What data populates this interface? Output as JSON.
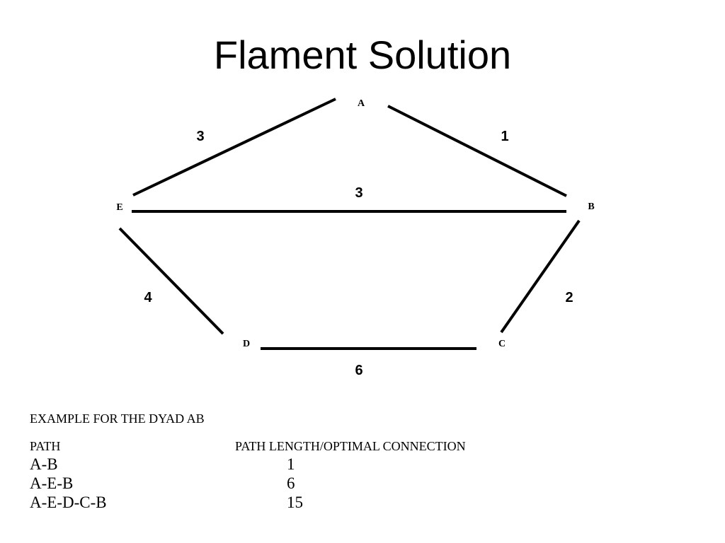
{
  "title": "Flament Solution",
  "graph": {
    "nodes": [
      {
        "id": "A",
        "label": "A"
      },
      {
        "id": "B",
        "label": "B"
      },
      {
        "id": "C",
        "label": "C"
      },
      {
        "id": "D",
        "label": "D"
      },
      {
        "id": "E",
        "label": "E"
      }
    ],
    "edges": [
      {
        "from": "E",
        "to": "A",
        "weight": "3"
      },
      {
        "from": "A",
        "to": "B",
        "weight": "1"
      },
      {
        "from": "E",
        "to": "B",
        "weight": "3"
      },
      {
        "from": "E",
        "to": "D",
        "weight": "4"
      },
      {
        "from": "B",
        "to": "C",
        "weight": "2"
      },
      {
        "from": "D",
        "to": "C",
        "weight": "6"
      }
    ]
  },
  "example": {
    "heading": "EXAMPLE FOR THE DYAD AB",
    "col_path": "PATH",
    "col_length": "PATH LENGTH/OPTIMAL CONNECTION",
    "rows": [
      {
        "path": "A-B",
        "length": "1"
      },
      {
        "path": "A-E-B",
        "length": "6"
      },
      {
        "path": "A-E-D-C-B",
        "length": "15"
      }
    ]
  }
}
